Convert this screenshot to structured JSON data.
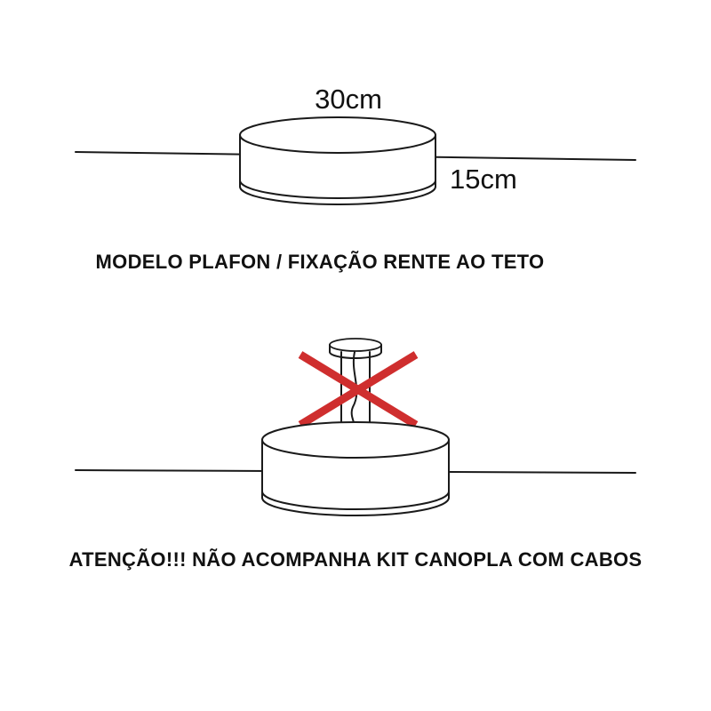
{
  "colors": {
    "line": "#1a1a1a",
    "cross": "#cf2e2e",
    "background": "#ffffff"
  },
  "top_figure": {
    "width_label": "30cm",
    "height_label": "15cm",
    "caption": "MODELO PLAFON / FIXAÇÃO RENTE AO TETO"
  },
  "bottom_figure": {
    "caption": "ATENÇÃO!!! NÃO ACOMPANHA KIT CANOPLA COM CABOS"
  }
}
